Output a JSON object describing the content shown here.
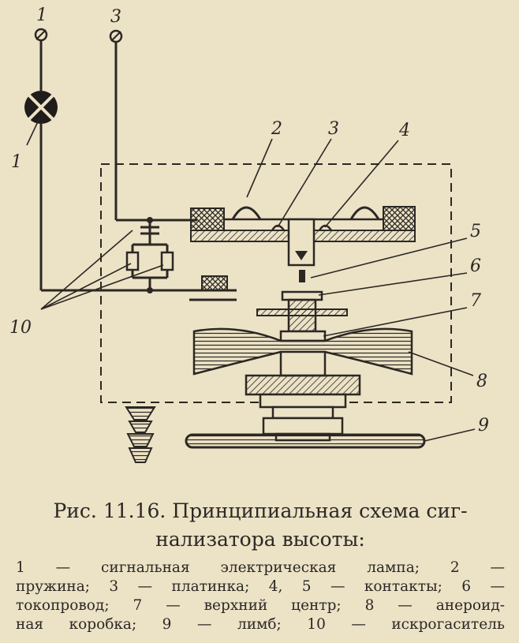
{
  "labels": {
    "terminal_1": "1",
    "terminal_3": "3",
    "lamp": "1",
    "spring": "2",
    "plate": "3",
    "contact_4": "4",
    "contact_5": "5",
    "conductor": "6",
    "upper_center": "7",
    "aneroid_box": "8",
    "limb": "9",
    "spark_arrester": "10"
  },
  "caption": {
    "line1": "Рис. 11.16. Принципиальная схема сиг-",
    "line2": "нализатора высоты:"
  },
  "legend": {
    "line1": "1 — сигнальная электрическая лампа; 2 —",
    "line2": "пружина; 3 — платинка; 4, 5 — контакты; 6 —",
    "line3": "токопровод; 7 — верхний центр; 8 — анероид-",
    "line4": "ная коробка; 9 — лимб; 10 — искрогаситель"
  }
}
